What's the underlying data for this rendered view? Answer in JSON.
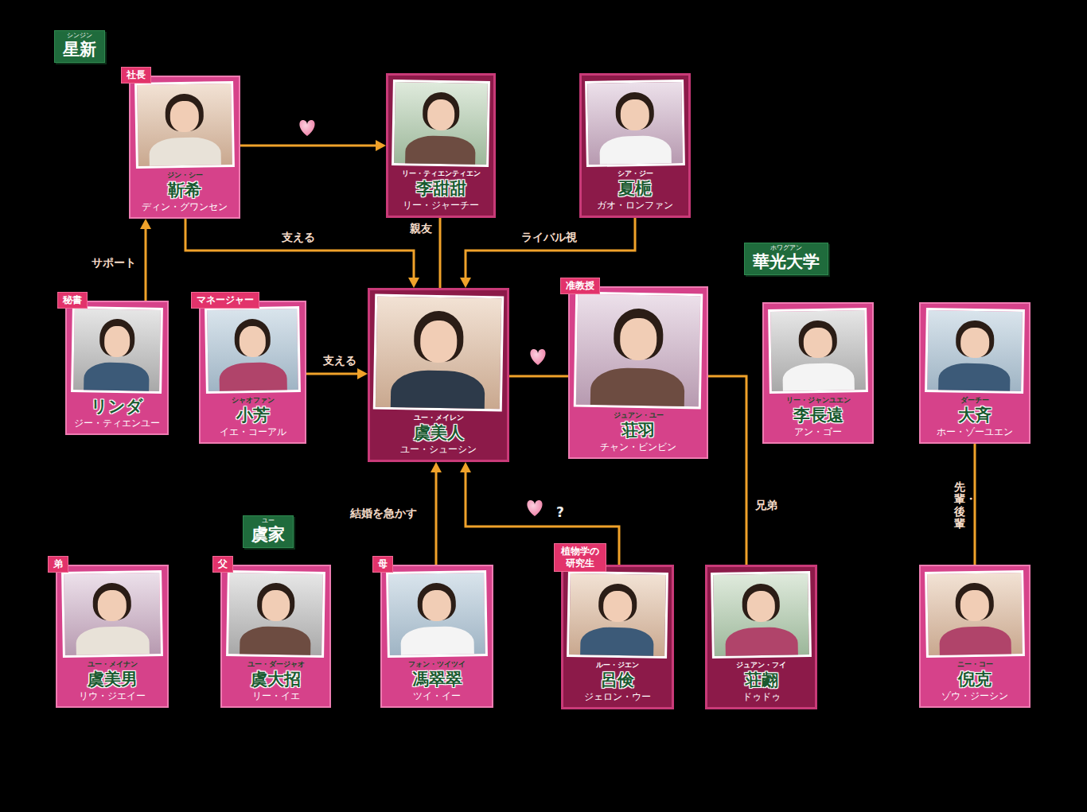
{
  "diagram": {
    "nodes": [
      {
        "text": [
          "シンジン",
          "星新"
        ]
      },
      {
        "text": [
          "社長",
          "ジン・シー",
          "靳希",
          "ディン・グワンセン"
        ],
        "in": 0
      },
      {
        "text": [
          "リー・ティエンティエン",
          "李甜甜",
          "リー・ジャーチー"
        ]
      },
      {
        "text": [
          "シア・ジー",
          "夏梔",
          "ガオ・ロンファン"
        ]
      },
      {
        "text": [
          "秘書",
          "リンダ",
          "ジー・ティエンユー"
        ],
        "in": 0
      },
      {
        "text": [
          "マネージャー",
          "シャオファン",
          "小芳",
          "イエ・コーアル"
        ],
        "in": 0
      },
      {
        "text": [
          "ユー・メイレン",
          "虞美人",
          "ユー・シューシン"
        ]
      },
      {
        "text": [
          "ホワグアン",
          "華光大学"
        ]
      },
      {
        "text": [
          "准教授",
          "ジュアン・ユー",
          "荘羽",
          "チャン・ビンビン"
        ],
        "in": 7
      },
      {
        "text": [
          "リー・ジャンユエン",
          "李長遠",
          "アン・ゴー"
        ],
        "in": 7
      },
      {
        "text": [
          "ダーチー",
          "大斉",
          "ホー・ゾーユエン"
        ],
        "in": 7
      },
      {
        "text": [
          "ニー・コー",
          "倪克",
          "ゾウ・ジーシン"
        ],
        "in": 7
      },
      {
        "text": [
          "ユー",
          "虞家"
        ]
      },
      {
        "text": [
          "弟",
          "ユー・メイナン",
          "虞美男",
          "リウ・ジエイー"
        ],
        "in": 12
      },
      {
        "text": [
          "父",
          "ユー・ダージャオ",
          "虞大招",
          "リー・イエ"
        ],
        "in": 12
      },
      {
        "text": [
          "母",
          "フォン・ツイツイ",
          "馮翠翠",
          "ツイ・イー"
        ],
        "in": 12
      },
      {
        "text": [
          "植物学の研究生",
          "ルー・ジエン",
          "呂倹",
          "ジェロン・ウー"
        ]
      },
      {
        "text": [
          "ジュアン・フイ",
          "荘翽",
          "ドゥドゥ"
        ]
      }
    ],
    "edges": [
      {
        "from": 1,
        "to": 2,
        "arrow": "to"
      },
      {
        "from": 1,
        "to": 6,
        "label": "支える",
        "arrow": "to"
      },
      {
        "from": 2,
        "to": 6,
        "label": "親友",
        "arrow": "none"
      },
      {
        "from": 3,
        "to": 6,
        "label": "ライバル視",
        "arrow": "to"
      },
      {
        "from": 4,
        "to": 1,
        "label": "サポート",
        "arrow": "to"
      },
      {
        "from": 5,
        "to": 6,
        "label": "支える",
        "arrow": "to"
      },
      {
        "from": 6,
        "to": 8,
        "arrow": "none"
      },
      {
        "from": 8,
        "to": 17,
        "label": "兄弟",
        "arrow": "none"
      },
      {
        "from": 10,
        "to": 11,
        "label": "先輩・後輩",
        "arrow": "none"
      },
      {
        "from": 15,
        "to": 6,
        "label": "結婚を急かす",
        "arrow": "to"
      },
      {
        "from": 16,
        "to": 6,
        "label": "?",
        "arrow": "to"
      }
    ]
  }
}
